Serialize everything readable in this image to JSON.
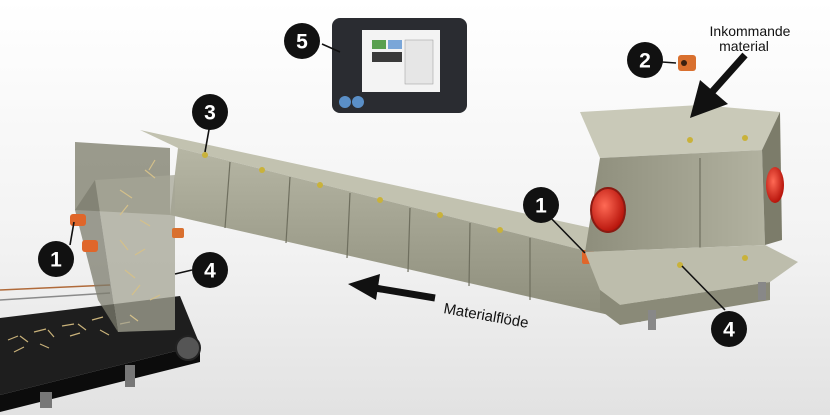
{
  "callouts": [
    {
      "id": "1",
      "label": "1"
    },
    {
      "id": "2",
      "label": "2"
    },
    {
      "id": "3",
      "label": "3"
    },
    {
      "id": "4",
      "label": "4"
    },
    {
      "id": "5",
      "label": "5"
    }
  ],
  "text": {
    "incoming_line1": "Inkommande",
    "incoming_line2": "material",
    "flow": "Materialflöde"
  },
  "colors": {
    "callout_fill": "#111111",
    "machine_body": "#9a9a88",
    "sensor_orange": "#e0662a",
    "door_red": "#d42a1f"
  },
  "icons": {
    "flow_arrow": "left-arrow-icon",
    "incoming_arrow": "down-left-arrow-icon"
  }
}
